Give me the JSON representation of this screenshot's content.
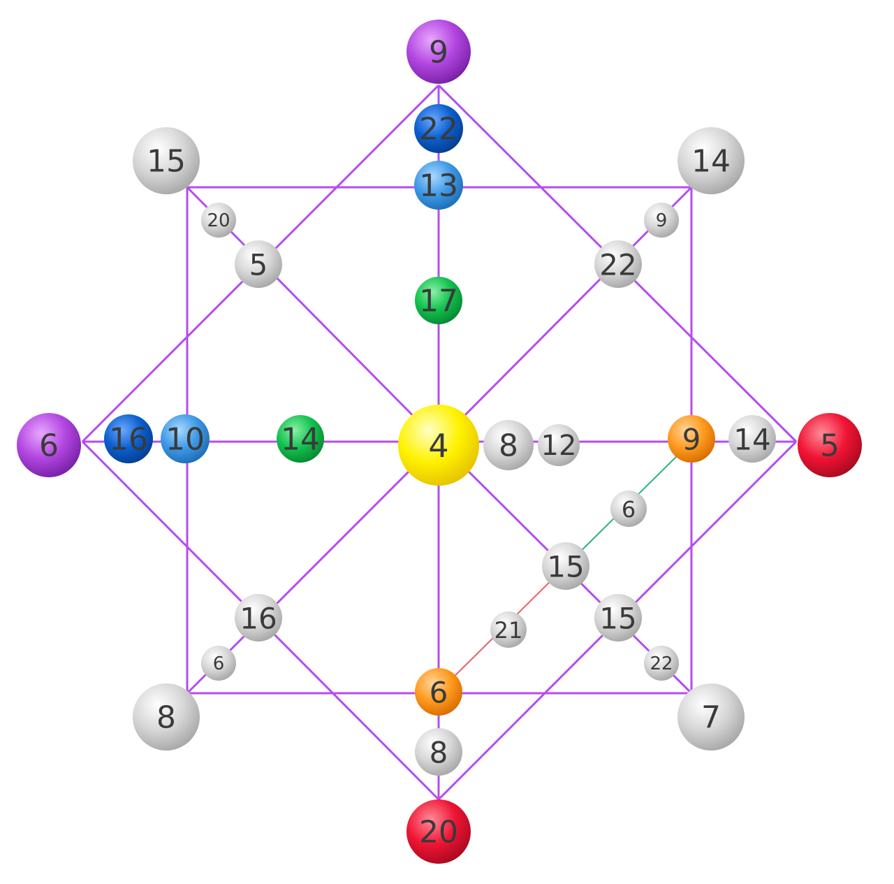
{
  "colors": {
    "purple": "#b246e0",
    "gray": "#d4d4d4",
    "blue": "#3f99e6",
    "navy": "#0b5fcf",
    "green": "#12c24e",
    "yellow": "#fff200",
    "orange": "#ff9a1f",
    "red": "#f01433",
    "edge": "#b44cf0",
    "edge_green": "#27b37a",
    "edge_red": "#f05a6a"
  },
  "nodes": [
    {
      "id": "top",
      "label": "9",
      "color": "purple"
    },
    {
      "id": "top-2",
      "label": "22",
      "color": "navy"
    },
    {
      "id": "top-3",
      "label": "13",
      "color": "blue"
    },
    {
      "id": "top-4",
      "label": "17",
      "color": "green"
    },
    {
      "id": "left",
      "label": "6",
      "color": "purple"
    },
    {
      "id": "left-2",
      "label": "16",
      "color": "navy"
    },
    {
      "id": "left-3",
      "label": "10",
      "color": "blue"
    },
    {
      "id": "left-4",
      "label": "14",
      "color": "green"
    },
    {
      "id": "center",
      "label": "4",
      "color": "yellow"
    },
    {
      "id": "right-a",
      "label": "8",
      "color": "gray"
    },
    {
      "id": "right-b",
      "label": "12",
      "color": "gray"
    },
    {
      "id": "right-orange",
      "label": "9",
      "color": "orange"
    },
    {
      "id": "right-c",
      "label": "14",
      "color": "gray"
    },
    {
      "id": "right",
      "label": "5",
      "color": "red"
    },
    {
      "id": "bottom",
      "label": "20",
      "color": "red"
    },
    {
      "id": "bottom-orange",
      "label": "6",
      "color": "orange"
    },
    {
      "id": "bottom-2",
      "label": "8",
      "color": "gray"
    },
    {
      "id": "corner-tl",
      "label": "15",
      "color": "gray"
    },
    {
      "id": "corner-tr",
      "label": "14",
      "color": "gray"
    },
    {
      "id": "corner-bl",
      "label": "8",
      "color": "gray"
    },
    {
      "id": "corner-br",
      "label": "7",
      "color": "gray"
    },
    {
      "id": "small-tl",
      "label": "20",
      "color": "gray"
    },
    {
      "id": "small-tr",
      "label": "9",
      "color": "gray"
    },
    {
      "id": "small-bl",
      "label": "6",
      "color": "gray"
    },
    {
      "id": "small-br",
      "label": "22",
      "color": "gray"
    },
    {
      "id": "cross-tl",
      "label": "5",
      "color": "gray"
    },
    {
      "id": "cross-tr",
      "label": "22",
      "color": "gray"
    },
    {
      "id": "cross-bl",
      "label": "16",
      "color": "gray"
    },
    {
      "id": "cross-br",
      "label": "15",
      "color": "gray"
    },
    {
      "id": "diag-mid",
      "label": "15",
      "color": "gray"
    },
    {
      "id": "diag-6",
      "label": "6",
      "color": "gray"
    },
    {
      "id": "diag-21",
      "label": "21",
      "color": "gray"
    }
  ]
}
